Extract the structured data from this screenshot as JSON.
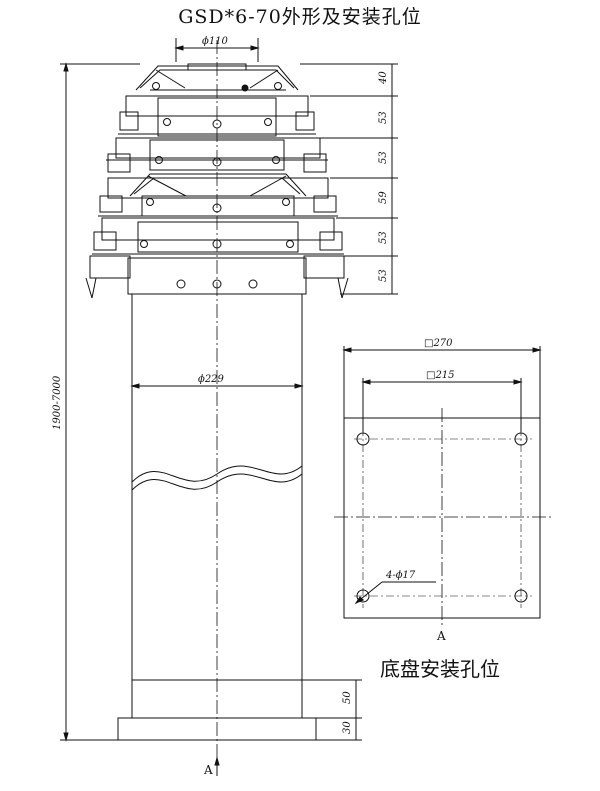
{
  "title": "GSD*6-70外形及安装孔位",
  "dims": {
    "top_dia": "ϕ110",
    "body_dia": "ϕ229",
    "total_height": "1900-7000",
    "h1": "40",
    "h2": "53",
    "h3": "53",
    "h4": "59",
    "h5": "53",
    "h6": "53",
    "bottom_1": "50",
    "bottom_2": "30"
  },
  "base_plate": {
    "title": "底盘安装孔位",
    "outer": "□270",
    "inner": "□215",
    "holes": "4-ϕ17",
    "view_label": "A"
  },
  "view_arrow_label": "A"
}
